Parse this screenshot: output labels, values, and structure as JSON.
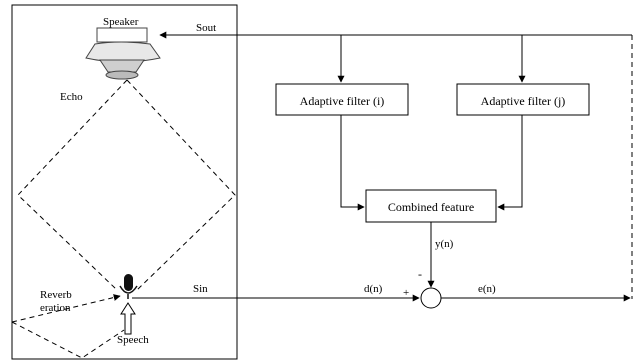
{
  "labels": {
    "speaker": "Speaker",
    "s_out": "Sout",
    "echo": "Echo",
    "reverb_line1": "Reverb",
    "reverb_line2": "eration",
    "speech": "Speech",
    "s_in": "Sin",
    "d_n": "d(n)",
    "plus": "+",
    "minus": "-",
    "y_n": "y(n)",
    "e_n": "e(n)"
  },
  "blocks": {
    "filter_i": "Adaptive filter (i)",
    "filter_j": "Adaptive filter (j)",
    "combined": "Combined feature"
  }
}
